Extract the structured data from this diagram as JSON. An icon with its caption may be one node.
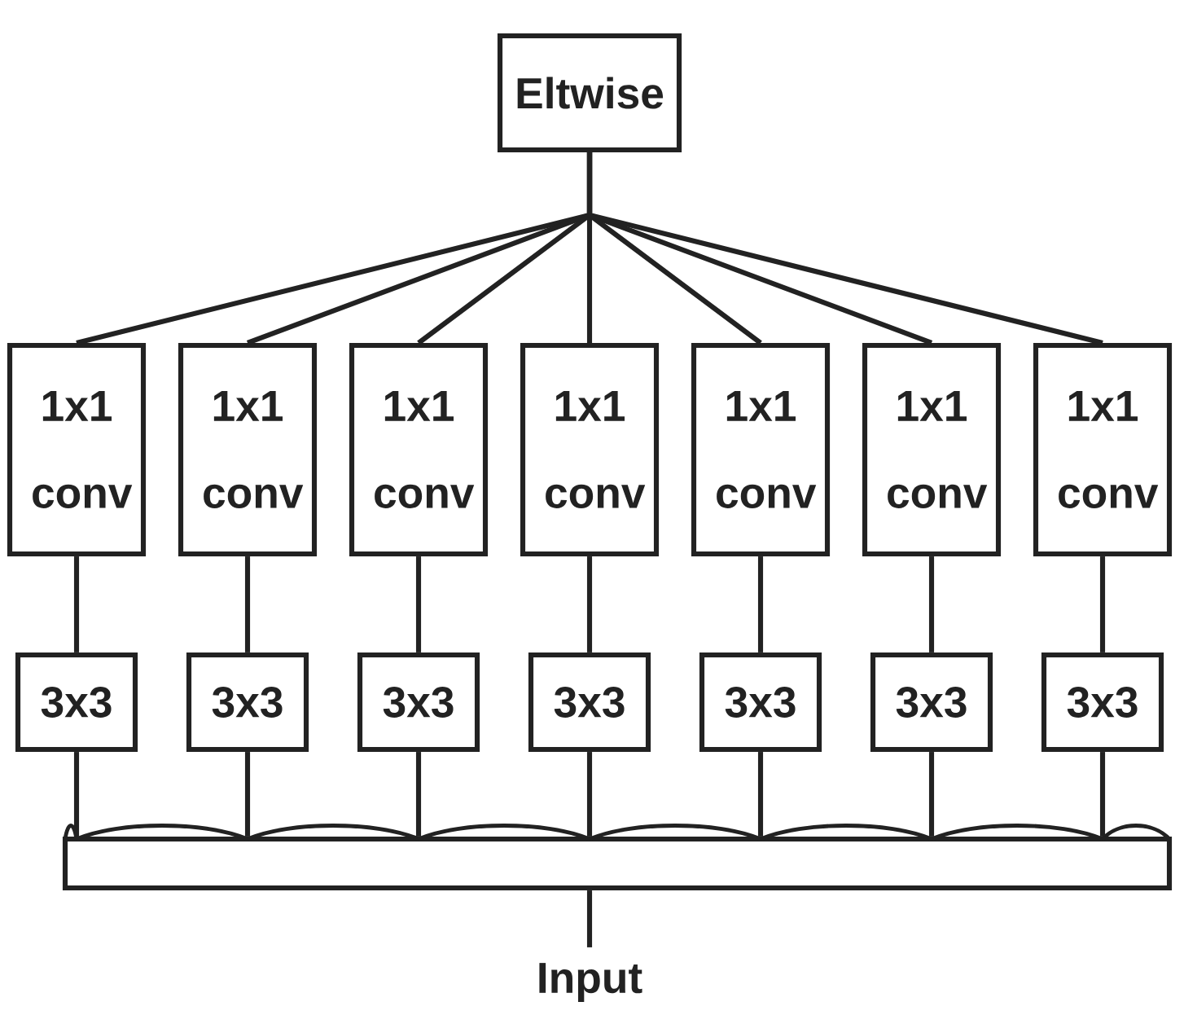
{
  "diagram": {
    "nodes": [
      {
        "text": [
          "Eltwise"
        ]
      },
      {
        "text": [
          "1x1 conv"
        ]
      },
      {
        "text": [
          "1x1 conv"
        ]
      },
      {
        "text": [
          "1x1 conv"
        ]
      },
      {
        "text": [
          "1x1 conv"
        ]
      },
      {
        "text": [
          "1x1 conv"
        ]
      },
      {
        "text": [
          "1x1 conv"
        ]
      },
      {
        "text": [
          "1x1 conv"
        ]
      },
      {
        "text": [
          "3x3"
        ]
      },
      {
        "text": [
          "3x3"
        ]
      },
      {
        "text": [
          "3x3"
        ]
      },
      {
        "text": [
          "3x3"
        ]
      },
      {
        "text": [
          "3x3"
        ]
      },
      {
        "text": [
          "3x3"
        ]
      },
      {
        "text": [
          "3x3"
        ]
      },
      {
        "text": [],
        "shape": "bar"
      },
      {
        "text": [
          "Input"
        ]
      }
    ],
    "edges": [
      {
        "from": 1,
        "to": 0,
        "arrow": "none"
      },
      {
        "from": 2,
        "to": 0,
        "arrow": "none"
      },
      {
        "from": 3,
        "to": 0,
        "arrow": "none"
      },
      {
        "from": 4,
        "to": 0,
        "arrow": "none"
      },
      {
        "from": 5,
        "to": 0,
        "arrow": "none"
      },
      {
        "from": 6,
        "to": 0,
        "arrow": "none"
      },
      {
        "from": 7,
        "to": 0,
        "arrow": "none"
      },
      {
        "from": 8,
        "to": 1,
        "arrow": "none"
      },
      {
        "from": 9,
        "to": 2,
        "arrow": "none"
      },
      {
        "from": 10,
        "to": 3,
        "arrow": "none"
      },
      {
        "from": 11,
        "to": 4,
        "arrow": "none"
      },
      {
        "from": 12,
        "to": 5,
        "arrow": "none"
      },
      {
        "from": 13,
        "to": 6,
        "arrow": "none"
      },
      {
        "from": 14,
        "to": 7,
        "arrow": "none"
      },
      {
        "from": 15,
        "to": 8,
        "arrow": "none"
      },
      {
        "from": 15,
        "to": 9,
        "arrow": "none"
      },
      {
        "from": 15,
        "to": 10,
        "arrow": "none"
      },
      {
        "from": 15,
        "to": 11,
        "arrow": "none"
      },
      {
        "from": 15,
        "to": 12,
        "arrow": "none"
      },
      {
        "from": 15,
        "to": 13,
        "arrow": "none"
      },
      {
        "from": 15,
        "to": 14,
        "arrow": "none"
      },
      {
        "from": 16,
        "to": 15,
        "arrow": "none"
      }
    ]
  }
}
